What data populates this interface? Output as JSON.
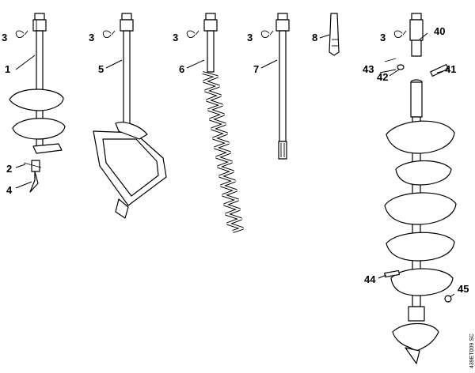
{
  "callouts": {
    "c1": "1",
    "c2": "2",
    "c3a": "3",
    "c3b": "3",
    "c3c": "3",
    "c3d": "3",
    "c3e": "3",
    "c4": "4",
    "c5": "5",
    "c6": "6",
    "c7": "7",
    "c8": "8",
    "c40": "40",
    "c41": "41",
    "c42": "42",
    "c43": "43",
    "c44": "44",
    "c45": "45"
  },
  "drawing_code": "439ET009 SC"
}
